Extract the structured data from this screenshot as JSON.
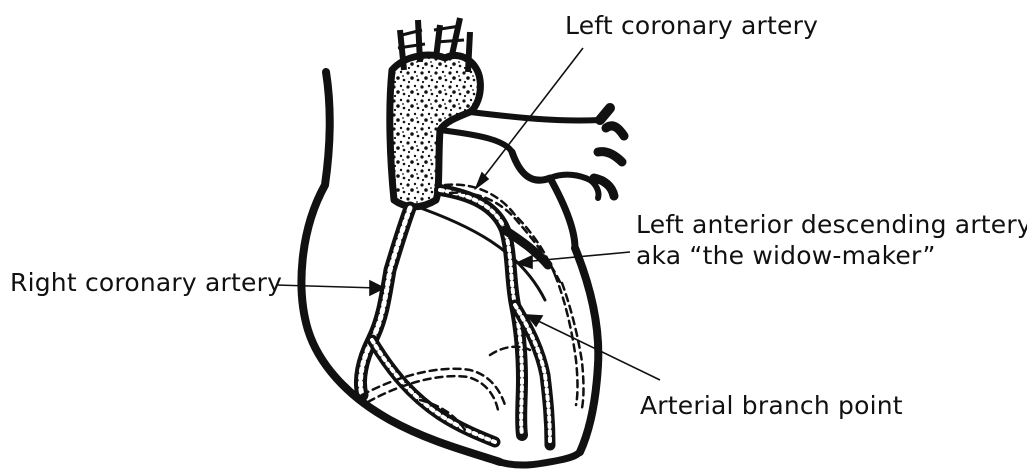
{
  "labels": {
    "left_coronary_artery": "Left coronary artery",
    "lad_line1": "Left anterior descending artery,",
    "lad_line2": "aka “the widow-maker”",
    "right_coronary_artery": "Right coronary artery",
    "arterial_branch_point": "Arterial branch point"
  },
  "colors": {
    "ink": "#111111",
    "background": "#ffffff"
  }
}
